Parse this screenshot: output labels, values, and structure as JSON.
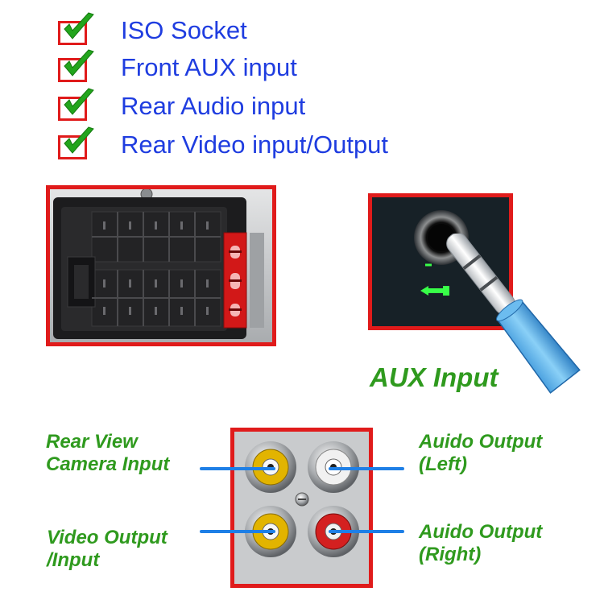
{
  "features": [
    {
      "label": "ISO Socket"
    },
    {
      "label": "Front AUX input"
    },
    {
      "label": "Rear Audio input"
    },
    {
      "label": "Rear Video input/Output"
    }
  ],
  "aux": {
    "title": "AUX Input"
  },
  "rca": {
    "rear_view_line1": "Rear View",
    "rear_view_line2": "Camera Input",
    "video_out_line1": "Video Output",
    "video_out_line2": "/Input",
    "audio_left_line1": "Auido Output",
    "audio_left_line2": "(Left)",
    "audio_right_line1": "Auido Output",
    "audio_right_line2": "(Right)"
  },
  "colors": {
    "accent_red": "#e01b1b",
    "label_blue": "#1f3de0",
    "label_green": "#2f9a1e",
    "pointer_blue": "#1e7fe6"
  }
}
